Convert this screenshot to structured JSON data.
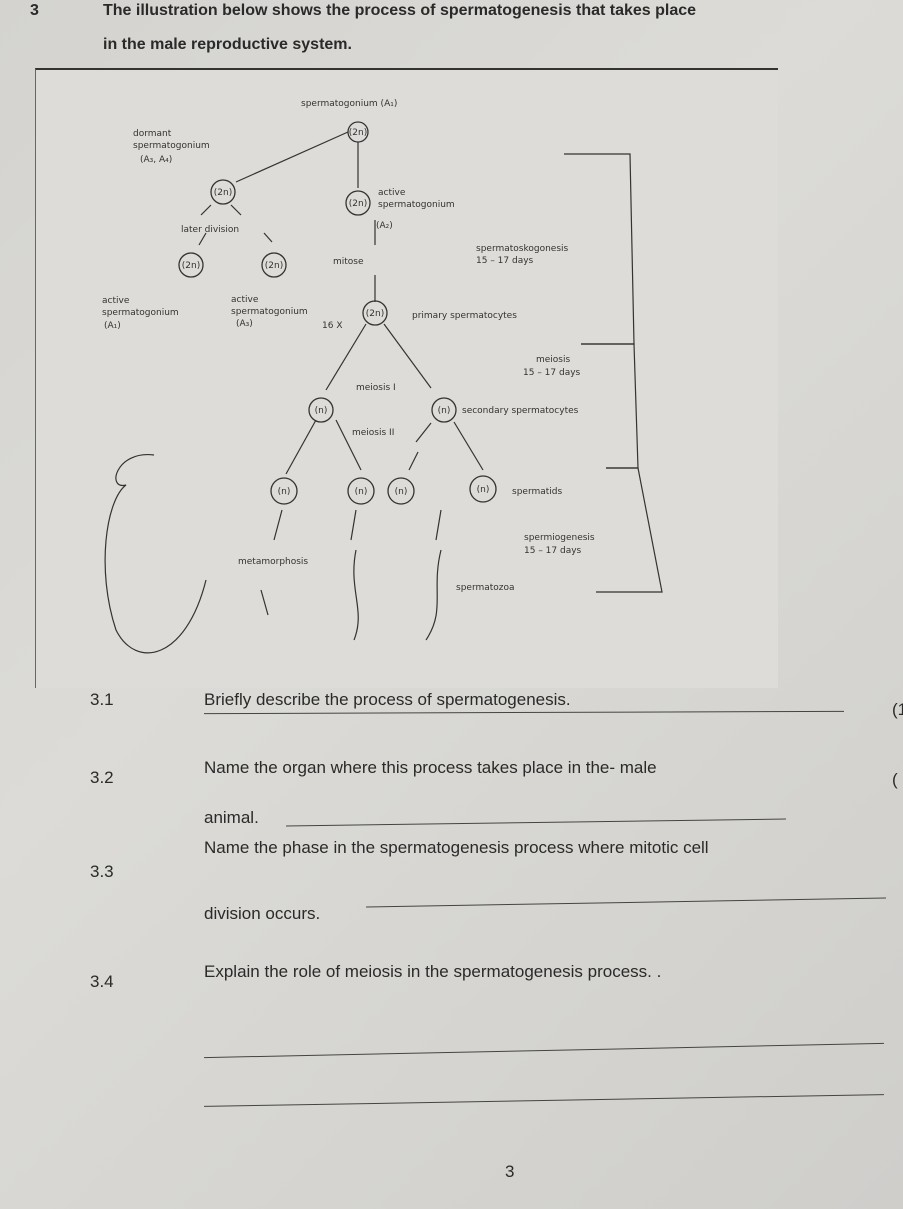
{
  "question": {
    "number": "3",
    "intro_line1": "The illustration below shows the process of spermatogenesis that takes place",
    "intro_line2": "in the male reproductive system."
  },
  "diagram": {
    "top_label": "spermatogonium (A₁)",
    "dormant": [
      "dormant",
      "spermatogonium",
      "(A₃, A₄)"
    ],
    "later_division": "later division",
    "active_a2": [
      "active",
      "spermatogonium",
      "(A₂)"
    ],
    "mitose": "mitose",
    "active_a1": [
      "active",
      "spermatogonium",
      "(A₁)"
    ],
    "active_a3": [
      "active",
      "spermatogonium",
      "(A₃)"
    ],
    "times": "16 X",
    "primary": "primary spermatocytes",
    "spermatocytogenesis": [
      "spermatoskogonesis",
      "15 – 17 days"
    ],
    "meiosis_stage": [
      "meiosis",
      "15 – 17 days"
    ],
    "meiosis1": "meiosis I",
    "meiosis2": "meiosis II",
    "secondary": "secondary spermatocytes",
    "spermatids": "spermatids",
    "spermiogenesis": [
      "spermiogenesis",
      "15 – 17 days"
    ],
    "metamorphosis": "metamorphosis",
    "spermatozoa": "spermatozoa",
    "diploid": "(2n)",
    "haploid": "(n)"
  },
  "subquestions": [
    {
      "number": "3.1",
      "text": "Briefly describe the process of spermatogenesis.",
      "mark": "(1"
    },
    {
      "number": "3.2",
      "text": "Name the organ where this process takes place in the- male",
      "text2": "animal.",
      "mark": "("
    },
    {
      "number": "3.3",
      "text": "Name the phase in the spermatogenesis process where mitotic cell",
      "text2": "division occurs."
    },
    {
      "number": "3.4",
      "text": "Explain the role of meiosis in the spermatogenesis process. ."
    }
  ],
  "page_number": "3"
}
